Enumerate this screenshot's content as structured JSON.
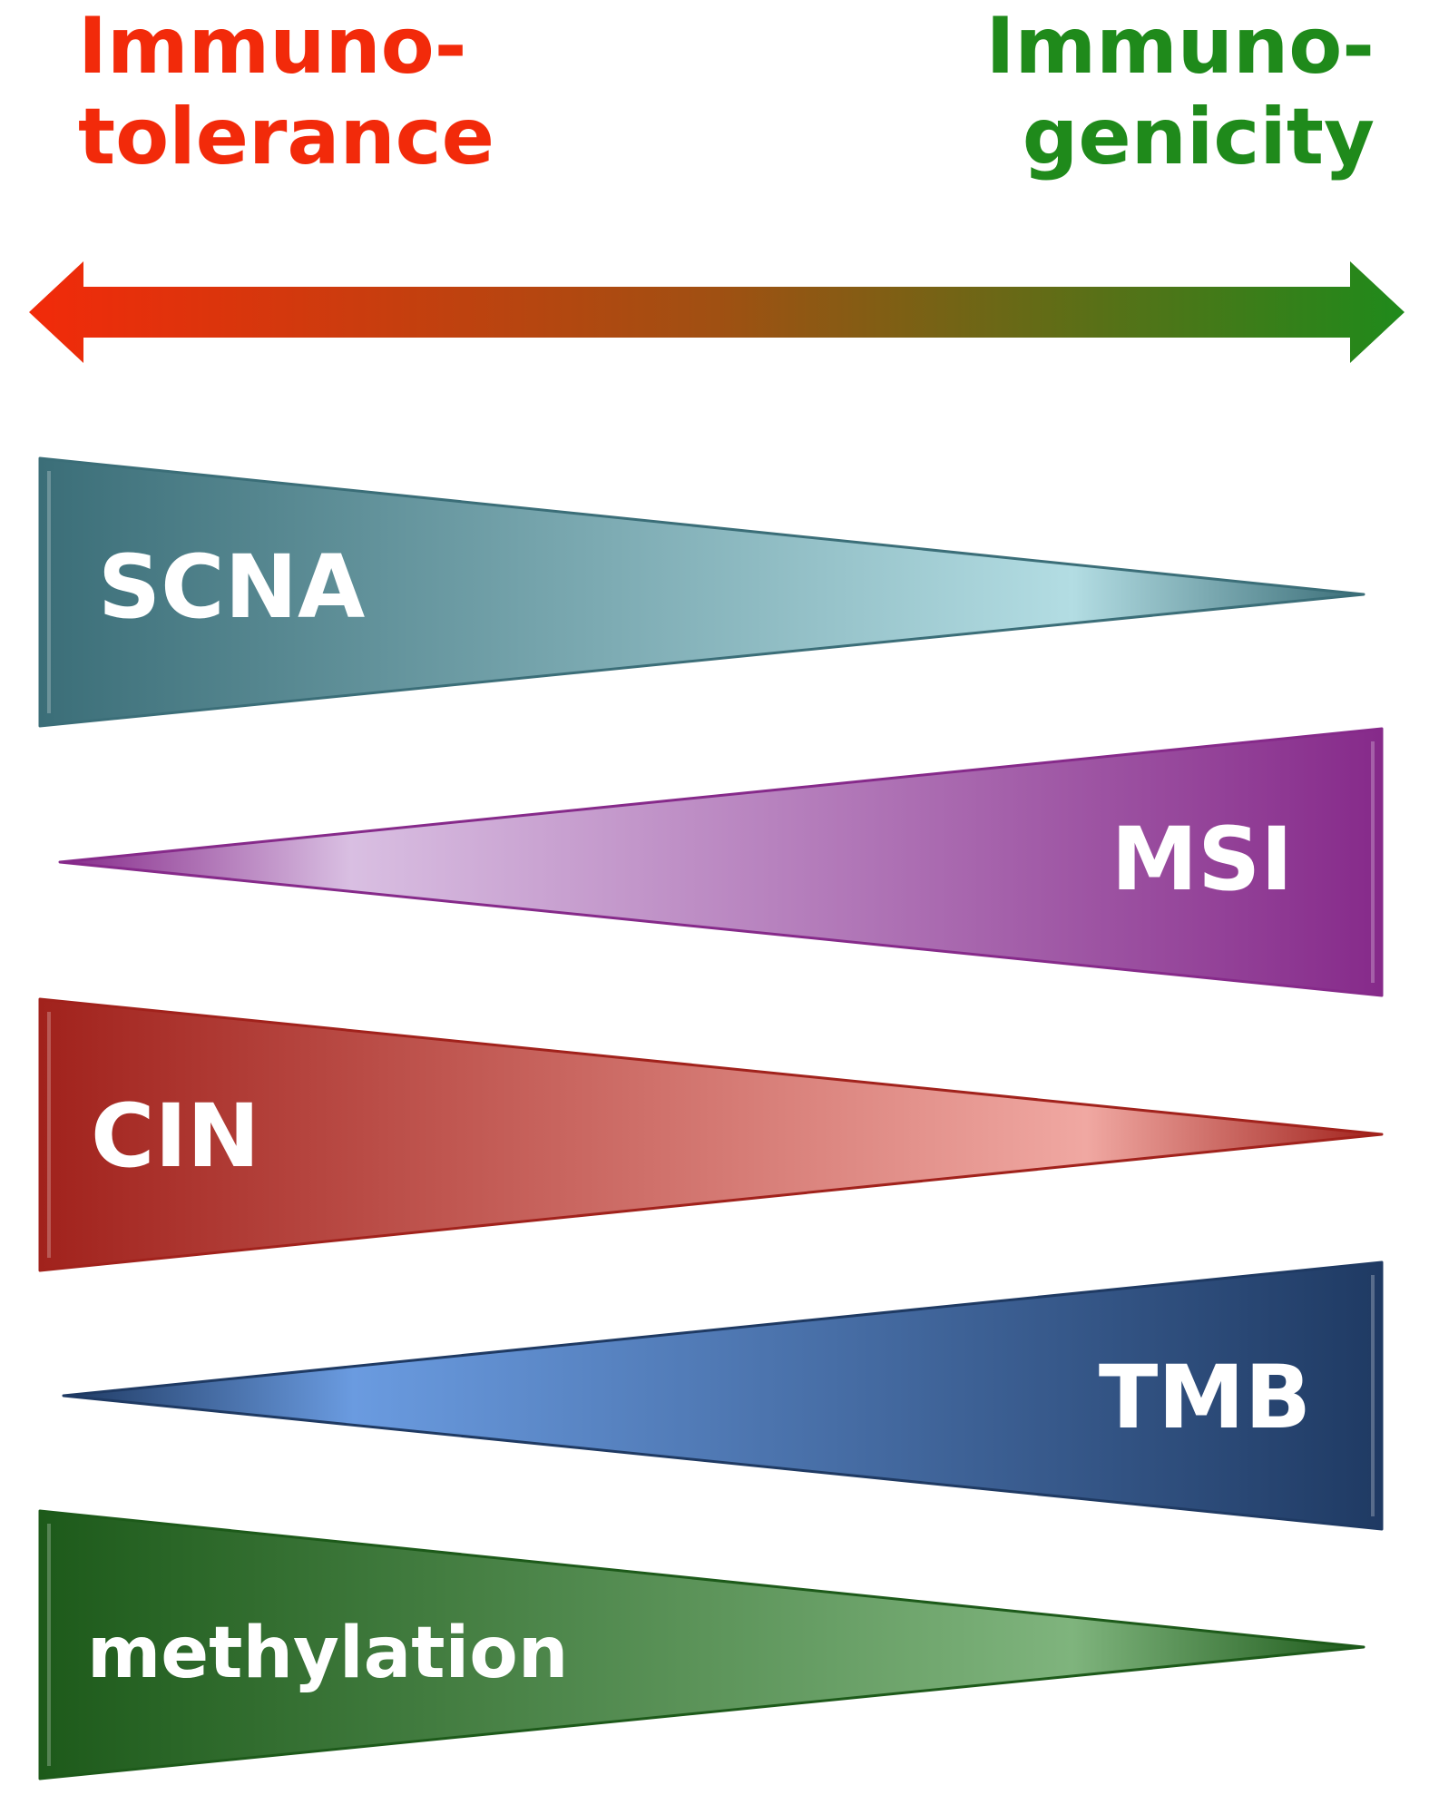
{
  "poles": {
    "left": {
      "line1": "Immuno-",
      "line2": "tolerance",
      "color": "#f22a0a"
    },
    "right": {
      "line1": "Immuno-",
      "line2": "genicity",
      "color": "#1f8a1b"
    }
  },
  "wedges": [
    {
      "label": "SCNA",
      "wide_end": "left",
      "colors": {
        "dark": "#3b6e78",
        "light": "#b3dde3"
      }
    },
    {
      "label": "MSI",
      "wide_end": "right",
      "colors": {
        "dark": "#862a8a",
        "light": "#d9bfe2"
      }
    },
    {
      "label": "CIN",
      "wide_end": "left",
      "colors": {
        "dark": "#a1221c",
        "light": "#f0a8a2"
      }
    },
    {
      "label": "TMB",
      "wide_end": "right",
      "colors": {
        "dark": "#1f3a63",
        "light": "#6a9be0"
      }
    },
    {
      "label": "methylation",
      "wide_end": "left",
      "colors": {
        "dark": "#1d5a1a",
        "light": "#7fb47d"
      }
    }
  ]
}
